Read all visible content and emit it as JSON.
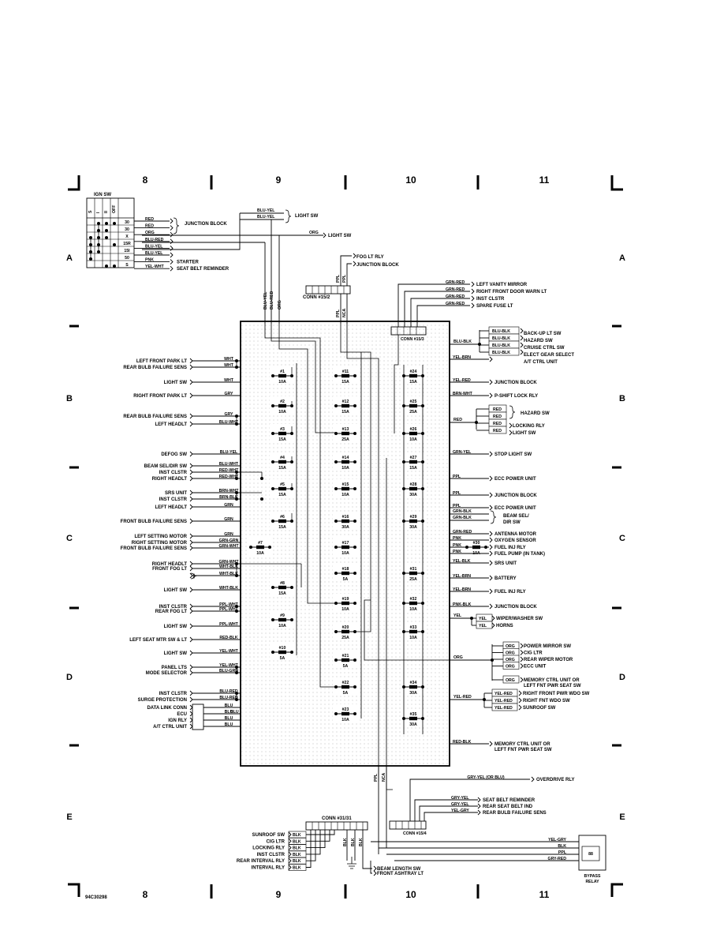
{
  "figure_id": "94C30298",
  "columns": [
    "8",
    "9",
    "10",
    "11"
  ],
  "rows": [
    "A",
    "B",
    "C",
    "D",
    "E"
  ],
  "colors": {
    "ink": "#000000",
    "box_fill": "#f4f4f4",
    "dots": "#b0b0b0"
  },
  "ign_switch": {
    "title": "IGN SW",
    "positions": [
      "S",
      "I",
      "II",
      "OFF"
    ],
    "terminals": [
      "30",
      "30",
      "X",
      "15R",
      "15I",
      "50",
      "S"
    ]
  },
  "top_left": [
    {
      "wire": "RED",
      "label": ""
    },
    {
      "wire": "RED",
      "label": ""
    },
    {
      "wire": "ORG",
      "label": ""
    },
    {
      "wire": "BLU-RED",
      "label": ""
    },
    {
      "wire": "BLU-YEL",
      "label": ""
    },
    {
      "wire": "BLU-YEL",
      "label": ""
    },
    {
      "wire": "PNK",
      "label": "STARTER"
    },
    {
      "wire": "YEL-WHT",
      "label": "SEAT BELT REMINDER"
    }
  ],
  "junction_block": "JUNCTION BLOCK",
  "light_sw_group": {
    "wires": [
      "BLU-YEL",
      "BLU-YEL"
    ],
    "label": "LIGHT SW"
  },
  "org_light": {
    "wire": "ORG",
    "label": "LIGHT SW"
  },
  "fog_group": {
    "labels": [
      "FOG LT RLY",
      "JUNCTION BLOCK"
    ],
    "wires": [
      "PPL",
      "PPL"
    ]
  },
  "connectors": {
    "c152": "CONN #15/2",
    "c153": "CONN #15/3",
    "c154": "CONN #15/4",
    "c3131": "CONN #31/31"
  },
  "vertical_wires": [
    "BLU-YEL",
    "BLU-RED",
    "ORG",
    "PPL",
    "NCA",
    "PPL",
    "NCA"
  ],
  "top_right": [
    {
      "wire": "GRN-RED",
      "label": "LEFT VANITY MIRROR"
    },
    {
      "wire": "GRN-RED",
      "label": "RIGHT FRONT DOOR WARN LT"
    },
    {
      "wire": "GRN-RED",
      "label": "INST CLSTR"
    },
    {
      "wire": "GRN-RED",
      "label": "SPARE FUSE LT"
    }
  ],
  "blu_blk_group": {
    "main": "BLU-BLK",
    "wires": [
      "BLU-BLK",
      "BLU-BLK",
      "BLU-BLK",
      "BLU-BLK"
    ],
    "labels": [
      "BACK-UP LT SW",
      "HAZARD SW",
      "CRUISE CTRL SW",
      "ELECT GEAR SELECT",
      "A/T CTRL UNIT"
    ]
  },
  "fuses": [
    {
      "num": "#1",
      "amp": "10A"
    },
    {
      "num": "#2",
      "amp": "10A"
    },
    {
      "num": "#3",
      "amp": "15A"
    },
    {
      "num": "#4",
      "amp": "15A"
    },
    {
      "num": "#5",
      "amp": "15A"
    },
    {
      "num": "#6",
      "amp": "15A"
    },
    {
      "num": "#7",
      "amp": "10A"
    },
    {
      "num": "#8",
      "amp": "15A"
    },
    {
      "num": "#9",
      "amp": "10A"
    },
    {
      "num": "#10",
      "amp": "5A"
    },
    {
      "num": "#11",
      "amp": "15A"
    },
    {
      "num": "#12",
      "amp": "15A"
    },
    {
      "num": "#13",
      "amp": "25A"
    },
    {
      "num": "#14",
      "amp": "10A"
    },
    {
      "num": "#15",
      "amp": "10A"
    },
    {
      "num": "#16",
      "amp": "30A"
    },
    {
      "num": "#17",
      "amp": "10A"
    },
    {
      "num": "#18",
      "amp": "5A"
    },
    {
      "num": "#19",
      "amp": "10A"
    },
    {
      "num": "#20",
      "amp": "25A"
    },
    {
      "num": "#21",
      "amp": "5A"
    },
    {
      "num": "#22",
      "amp": "5A"
    },
    {
      "num": "#23",
      "amp": "10A"
    },
    {
      "num": "#24",
      "amp": "15A"
    },
    {
      "num": "#25",
      "amp": "25A"
    },
    {
      "num": "#26",
      "amp": "10A"
    },
    {
      "num": "#27",
      "amp": "15A"
    },
    {
      "num": "#28",
      "amp": "30A"
    },
    {
      "num": "#29",
      "amp": "30A"
    },
    {
      "num": "#30",
      "amp": "10A"
    },
    {
      "num": "#31",
      "amp": "25A"
    },
    {
      "num": "#32",
      "amp": "10A"
    },
    {
      "num": "#33",
      "amp": "10A"
    },
    {
      "num": "#34",
      "amp": "30A"
    },
    {
      "num": "#35",
      "amp": "30A"
    }
  ],
  "left_wires": [
    {
      "wire": "WHT",
      "label": "LEFT FRONT PARK LT"
    },
    {
      "wire": "WHT",
      "label": "REAR BULB FAILURE SENS"
    },
    {
      "wire": "WHT",
      "label": "LIGHT SW"
    },
    {
      "wire": "GRY",
      "label": "RIGHT FRONT PARK LT"
    },
    {
      "wire": "GRY",
      "label": "REAR BULB FAILURE SENS"
    },
    {
      "wire": "BLU-WHT",
      "label": "LEFT HEADLT"
    },
    {
      "wire": "BLU-YEL",
      "label": "DEFOG SW"
    },
    {
      "wire": "BLU-WHT",
      "label": "BEAM SEL/DIR SW"
    },
    {
      "wire": "RED-WHT",
      "label": "INST CLSTR"
    },
    {
      "wire": "RED-WHT",
      "label": "RIGHT HEADLT"
    },
    {
      "wire": "BRN-WHT",
      "label": "SRS UNIT"
    },
    {
      "wire": "BRN-BLK",
      "label": "INST CLSTR"
    },
    {
      "wire": "GRN",
      "label": "LEFT HEADLT"
    },
    {
      "wire": "GRN",
      "label": "FRONT BULB FAILURE SENS"
    },
    {
      "wire": "GRN",
      "label": "LEFT SETTING MOTOR"
    },
    {
      "wire": "GRN-GRN",
      "label": "RIGHT SETTING MOTOR"
    },
    {
      "wire": "GRN-WHT",
      "label": "FRONT BULB FAILURE SENS"
    },
    {
      "wire": "GRN-WHT",
      "label": "RIGHT HEADLT"
    },
    {
      "wire": "WHT-BLK",
      "label": "FRONT FOG LT"
    },
    {
      "wire": "WHT-BLK",
      "label": ""
    },
    {
      "wire": "WHT-BLK",
      "label": "LIGHT SW"
    },
    {
      "wire": "PPL-WHT",
      "label": "INST CLSTR"
    },
    {
      "wire": "PPL-WHT",
      "label": "REAR FOG LT"
    },
    {
      "wire": "PPL-WHT",
      "label": "LIGHT SW"
    },
    {
      "wire": "RED-BLK",
      "label": "LEFT SEAT MTR SW & LT"
    },
    {
      "wire": "YEL-WHT",
      "label": "LIGHT SW"
    },
    {
      "wire": "YEL-WHT",
      "label": "PANEL LTS"
    },
    {
      "wire": "BLU-GRN",
      "label": "MODE SELECTOR"
    },
    {
      "wire": "BLU-RED",
      "label": "INST CLSTR"
    },
    {
      "wire": "BLU-RED",
      "label": "SURGE PROTECTION"
    },
    {
      "wire": "BLU",
      "label": "DATA LINK CONN"
    },
    {
      "wire": "BLU",
      "label": "ECU"
    },
    {
      "wire": "BLU",
      "label": "IGN RLY"
    },
    {
      "wire": "BLU",
      "label": "A/T CTRL UNIT"
    }
  ],
  "left_blu_main": "BLU",
  "right_wires": [
    {
      "wire": "YEL-BRN",
      "label": ""
    },
    {
      "wire": "YEL-RED",
      "label": "JUNCTION BLOCK"
    },
    {
      "wire": "BRN-WHT",
      "label": "P-SHIFT LOCK RLY"
    },
    {
      "wire": "GRN-YEL",
      "label": "STOP LIGHT SW"
    },
    {
      "wire": "PPL",
      "label": "ECC POWER UNIT"
    },
    {
      "wire": "PPL",
      "label": "JUNCTION BLOCK"
    },
    {
      "wire": "PPL",
      "label": "ECC POWER UNIT"
    },
    {
      "wire": "GRN-RED",
      "label": "ANTENNA MOTOR"
    },
    {
      "wire": "PNK",
      "label": "OXYGEN SENSOR"
    },
    {
      "wire": "PNK",
      "label": "FUEL INJ RLY"
    },
    {
      "wire": "PNK",
      "label": "FUEL PUMP (IN TANK)"
    },
    {
      "wire": "YEL-BLK",
      "label": "SRS UNIT"
    },
    {
      "wire": "YEL-BRN",
      "label": "BATTERY"
    },
    {
      "wire": "YEL-BRN",
      "label": "FUEL INJ RLY"
    },
    {
      "wire": "PNK-BLK",
      "label": "JUNCTION BLOCK"
    },
    {
      "wire": "RED-BLK",
      "label": "MEMORY CTRL UNIT OR"
    }
  ],
  "red_group": {
    "main": "RED",
    "wires": [
      "RED",
      "RED",
      "RED",
      "RED"
    ],
    "labels": [
      "HAZARD SW",
      "LOCKING RLY",
      "LIGHT SW"
    ]
  },
  "beam_group": {
    "wires": [
      "GRN-BLK",
      "GRN-BLK"
    ],
    "label": "BEAM SEL/",
    "label2": "DIR SW"
  },
  "yel_group": {
    "main": "YEL",
    "wires": [
      "YEL",
      "YEL"
    ],
    "labels": [
      "WIPER/WASHER SW",
      "HORNS"
    ]
  },
  "org_group": {
    "main": "ORG",
    "wires": [
      "ORG",
      "ORG",
      "ORG",
      "ORG",
      "ORG"
    ],
    "labels": [
      "POWER MIRROR SW",
      "CIG LTR",
      "REAR WIPER MOTOR",
      "ECC UNIT",
      "MEMORY CTRL UNIT OR",
      "LEFT FNT PWR SEAT SW"
    ]
  },
  "yelred_group": {
    "main": "YEL-RED",
    "wires": [
      "YEL-RED",
      "YEL-RED",
      "YEL-RED"
    ],
    "labels": [
      "RIGHT FRONT PWR WDO SW",
      "RIGHT FNT WDO SW",
      "SUNROOF SW"
    ]
  },
  "memory_label2": "LEFT FNT PWR SEAT SW",
  "bottom_right": [
    {
      "wire": "GRY-YEL (OR BLU)",
      "label": "OVERDRIVE RLY"
    },
    {
      "wire": "GRY-YEL",
      "label": "SEAT BELT REMINDER"
    },
    {
      "wire": "GRY-YEL",
      "label": "REAR SEAT BELT IND"
    },
    {
      "wire": "YEL-GRY",
      "label": "REAR BULB FAILURE SENS"
    }
  ],
  "bypass": {
    "wires": [
      "YEL-GRY",
      "BLK",
      "PPL",
      "GRY-RED"
    ],
    "relay_num": "88",
    "label": "BYPASS",
    "label2": "RELAY"
  },
  "bottom_left": [
    {
      "wire": "BLK",
      "label": "SUNROOF SW"
    },
    {
      "wire": "BLK",
      "label": "CIG LTR"
    },
    {
      "wire": "BLK",
      "label": "LOCKING RLY"
    },
    {
      "wire": "BLK",
      "label": "INST CLSTR"
    },
    {
      "wire": "BLK",
      "label": "REAR INTERVAL RLY"
    },
    {
      "wire": "BLK",
      "label": "INTERVAL RLY"
    }
  ],
  "bottom_mid": {
    "wires": [
      "BLK",
      "BLK",
      "BLK"
    ],
    "labels": [
      "BEAM LENGTH SW",
      "FRONT ASHTRAY LT"
    ]
  },
  "bottom_vertical": [
    "PPL",
    "NCA"
  ]
}
